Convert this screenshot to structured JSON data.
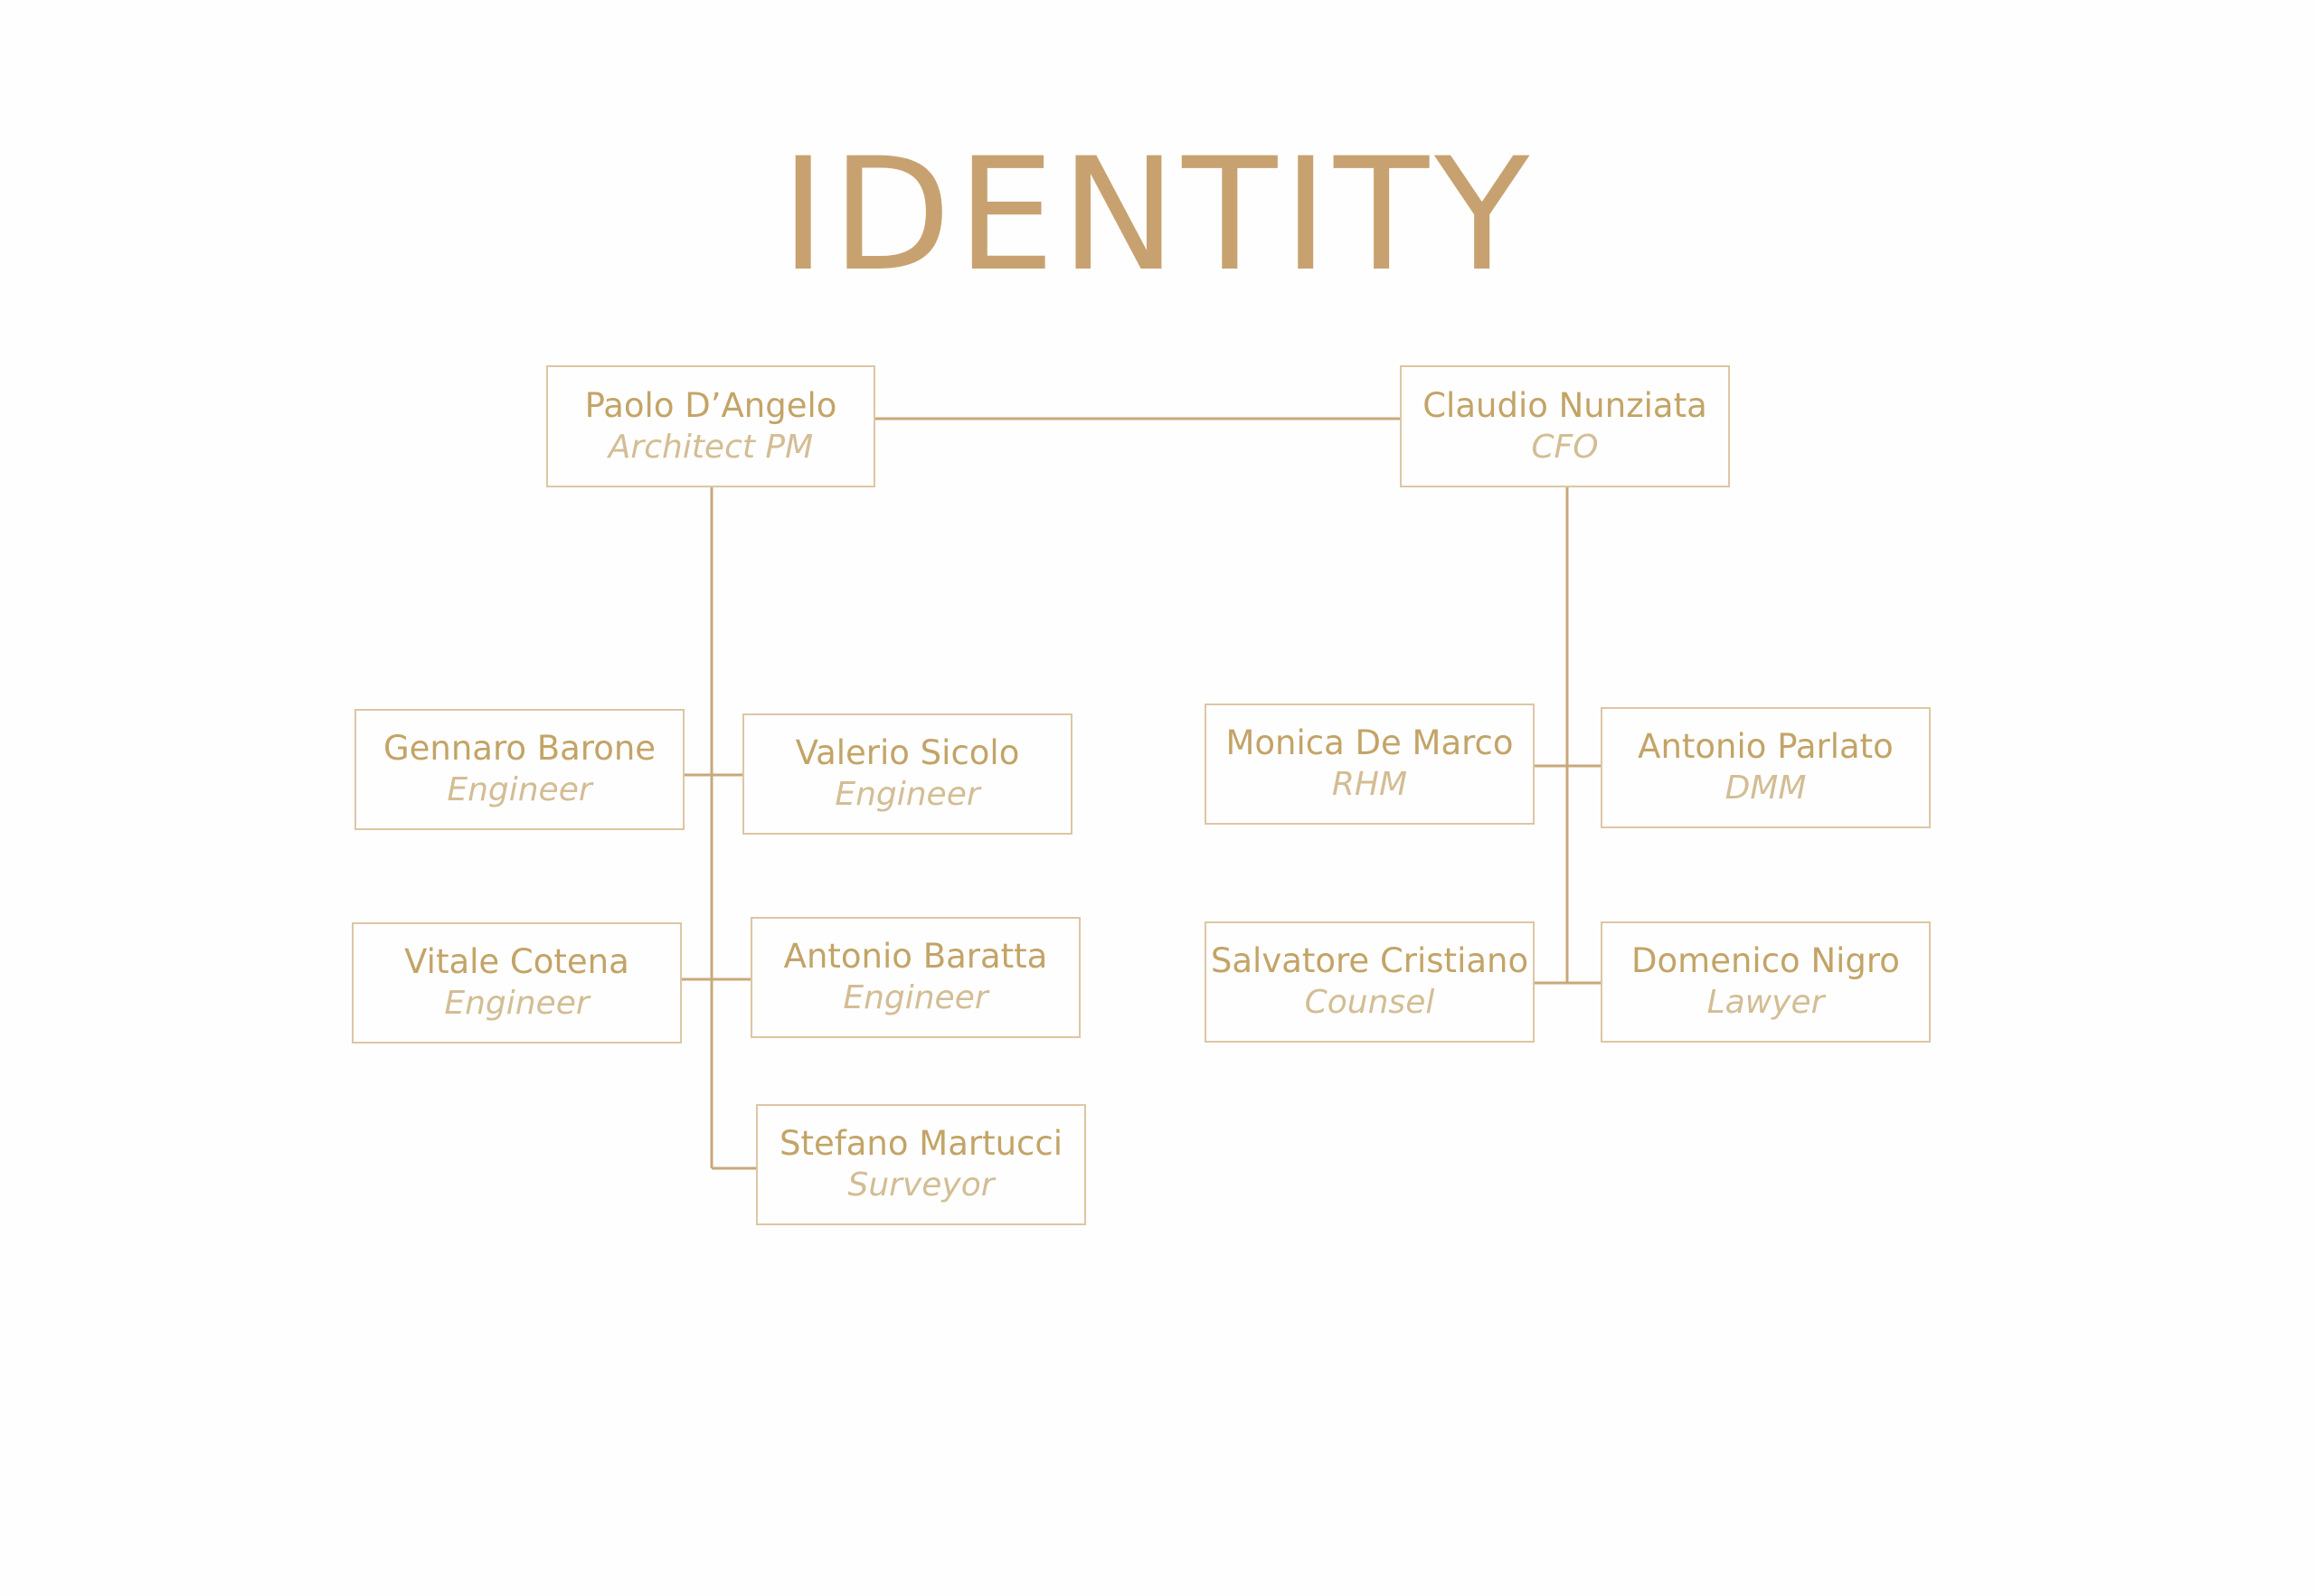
{
  "title": "IDENTITY",
  "colors": {
    "background": "#fefefe",
    "title": "#c7a270",
    "box_border": "#ddc6a4",
    "connector": "#c9a87a",
    "name_text": "#c3a467",
    "role_text": "#d3bd94"
  },
  "nodes": {
    "paolo": {
      "name": "Paolo D’Angelo",
      "role": "Architect PM"
    },
    "claudio": {
      "name": "Claudio Nunziata",
      "role": "CFO"
    },
    "gennaro": {
      "name": "Gennaro Barone",
      "role": "Engineer"
    },
    "valerio": {
      "name": "Valerio Sicolo",
      "role": "Engineer"
    },
    "vitale": {
      "name": "Vitale Cotena",
      "role": "Engineer"
    },
    "antonio_b": {
      "name": "Antonio Baratta",
      "role": "Engineer"
    },
    "stefano": {
      "name": "Stefano Martucci",
      "role": "Surveyor"
    },
    "monica": {
      "name": "Monica De Marco",
      "role": "RHM"
    },
    "antonio_p": {
      "name": "Antonio Parlato",
      "role": "DMM"
    },
    "salvatore": {
      "name": "Salvatore Cristiano",
      "role": "Counsel"
    },
    "domenico": {
      "name": "Domenico Nigro",
      "role": "Lawyer"
    }
  }
}
